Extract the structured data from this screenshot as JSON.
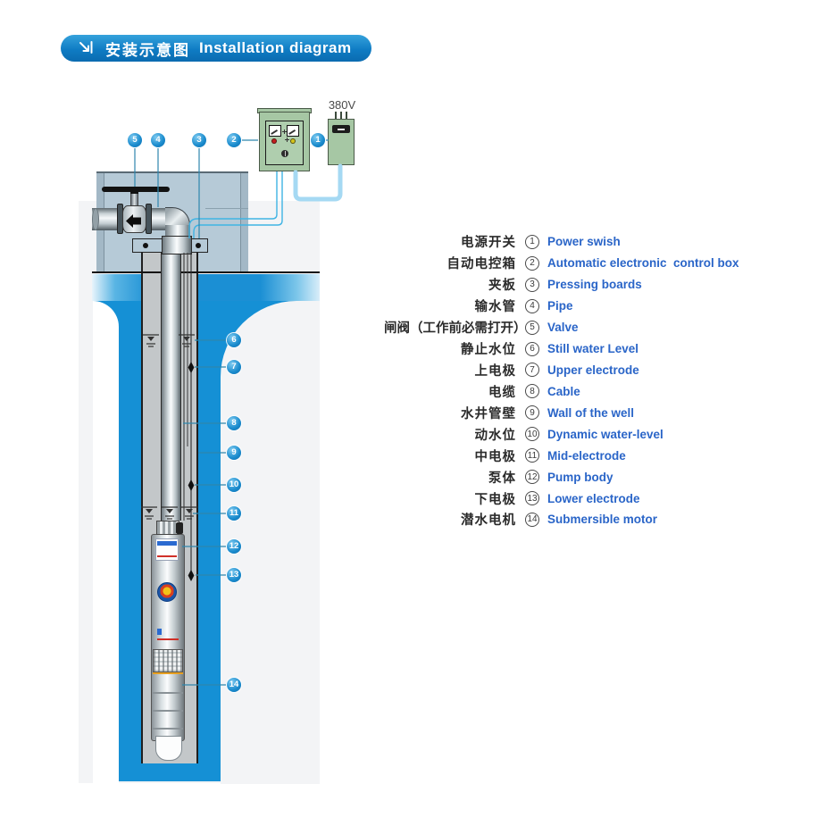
{
  "banner": {
    "icon": "diagonal-arrow-icon",
    "title_zh": "安装示意图",
    "title_en": "Installation diagram"
  },
  "power_supply_label": "380V",
  "legend": {
    "items": [
      {
        "num": "1",
        "zh": "电源开关",
        "en": "Power swish"
      },
      {
        "num": "2",
        "zh": "自动电控箱",
        "en": "Automatic electronic  control box"
      },
      {
        "num": "3",
        "zh": "夹板",
        "en": "Pressing boards"
      },
      {
        "num": "4",
        "zh": "输水管",
        "en": "Pipe"
      },
      {
        "num": "5",
        "zh": "闸阀（工作前必需打开）",
        "en": "Valve"
      },
      {
        "num": "6",
        "zh": "静止水位",
        "en": "Still water Level"
      },
      {
        "num": "7",
        "zh": "上电极",
        "en": "Upper electrode"
      },
      {
        "num": "8",
        "zh": "电缆",
        "en": "Cable"
      },
      {
        "num": "9",
        "zh": "水井管壁",
        "en": "Wall of the well"
      },
      {
        "num": "10",
        "zh": "动水位",
        "en": "Dynamic water-level"
      },
      {
        "num": "11",
        "zh": "中电极",
        "en": "Mid-electrode"
      },
      {
        "num": "12",
        "zh": "泵体",
        "en": "Pump body"
      },
      {
        "num": "13",
        "zh": "下电极",
        "en": "Lower electrode"
      },
      {
        "num": "14",
        "zh": "潜水电机",
        "en": "Submersible motor"
      }
    ]
  },
  "colors": {
    "accent_blue": "#1590d5",
    "banner_blue": "#0f7cc4",
    "marker_blue": "#1b8cce",
    "english_text_blue": "#2a65c8",
    "control_box_green": "#a6c7a4",
    "wire_light_blue": "#a5d9f3",
    "cable_blue": "#3fb4e4",
    "concrete_gray": "#b6cad7"
  }
}
